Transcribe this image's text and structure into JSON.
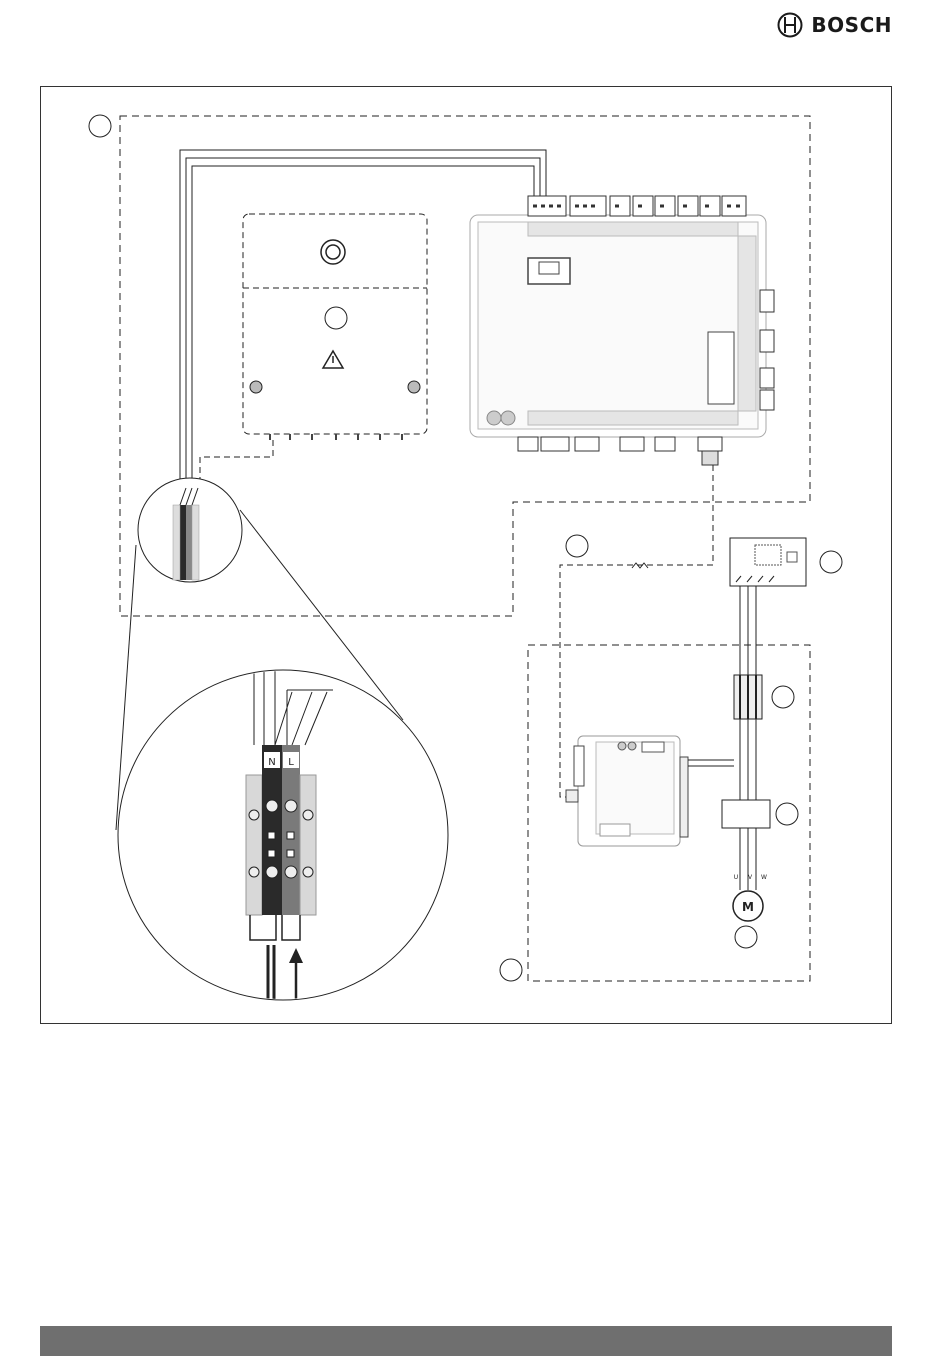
{
  "header": {
    "brand": "BOSCH"
  },
  "diagram": {
    "terminal_labels": [
      "N",
      "L"
    ],
    "motor_label": "M",
    "motor_phases": [
      "U",
      "V",
      "W"
    ]
  },
  "colors": {
    "line": "#222222",
    "dark_terminal": "#2a2a2a",
    "mid_terminal": "#7a7a7a",
    "light_fill": "#d8d8d8",
    "footer": "#6f6f6f"
  }
}
